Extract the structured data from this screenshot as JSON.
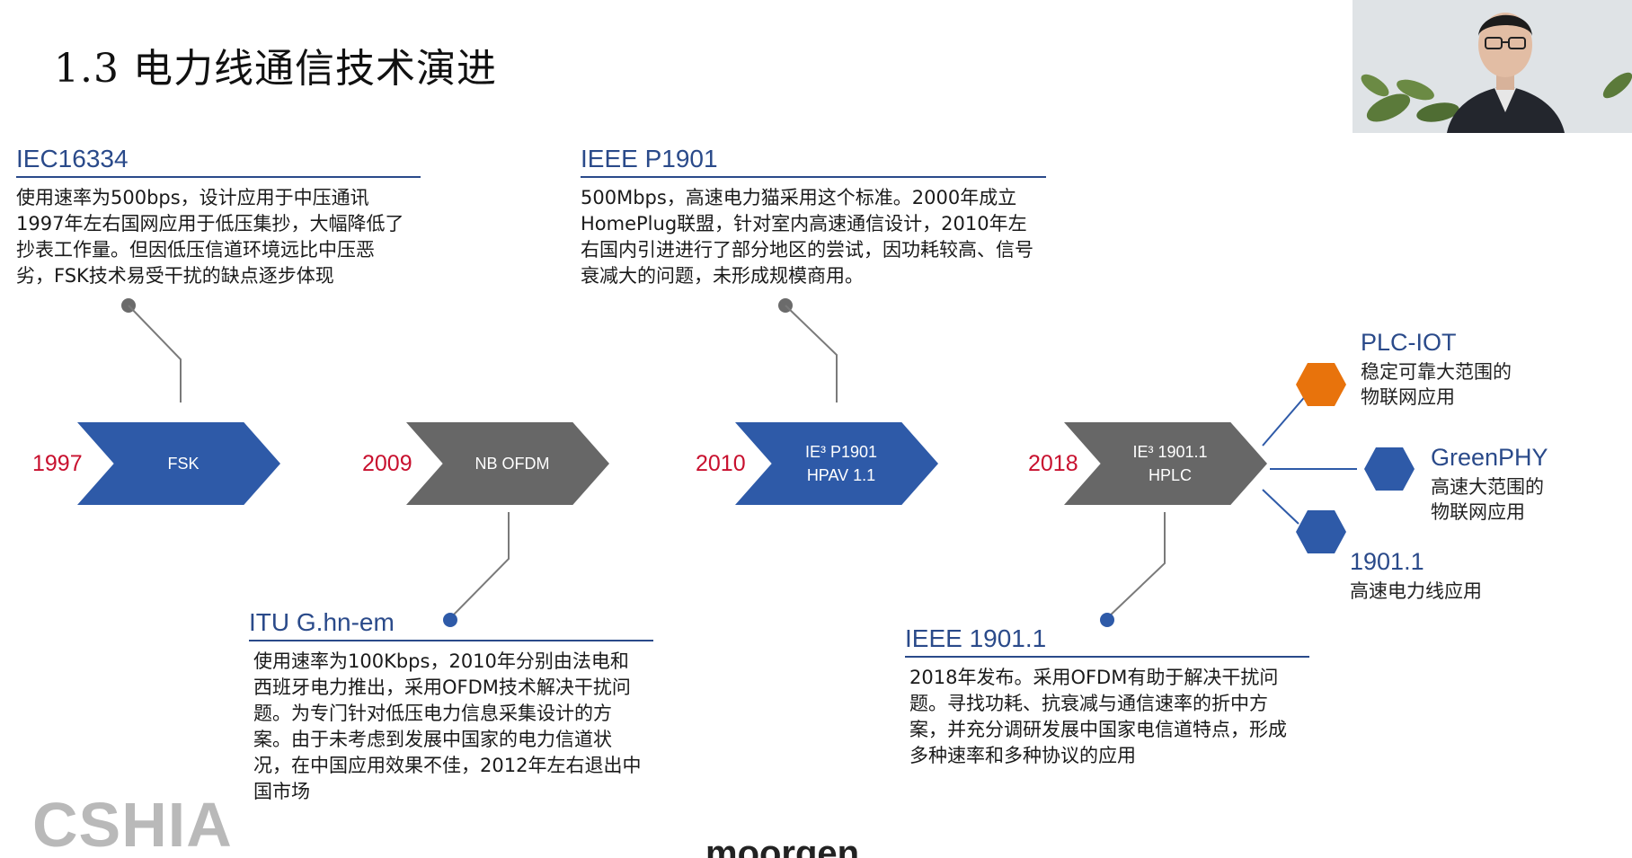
{
  "title": "1.3 电力线通信技术演进",
  "standards": {
    "iec": {
      "name": "IEC16334",
      "desc": "使用速率为500bps，设计应用于中压通讯1997年左右国网应用于低压集抄，大幅降低了抄表工作量。但因低压信道环境远比中压恶劣，FSK技术易受干扰的缺点逐步体现"
    },
    "itu": {
      "name": "ITU G.hn-em",
      "desc": "使用速率为100Kbps，2010年分别由法电和西班牙电力推出，采用OFDM技术解决干扰问题。为专门针对低压电力信息采集设计的方案。由于未考虑到发展中国家的电力信道状况，在中国应用效果不佳，2012年左右退出中国市场"
    },
    "ieee_p1901": {
      "name": "IEEE P1901",
      "desc": "500Mbps，高速电力猫采用这个标准。2000年成立HomePlug联盟，针对室内高速通信设计，2010年左右国内引进进行了部分地区的尝试，因功耗较高、信号衰减大的问题，未形成规模商用。"
    },
    "ieee_1901_1": {
      "name": "IEEE 1901.1",
      "desc": "2018年发布。采用OFDM有助于解决干扰问题。寻找功耗、抗衰减与通信速率的折中方案，并充分调研发展中国家电信道特点，形成多种速率和多种协议的应用"
    }
  },
  "timeline": [
    {
      "year": "1997",
      "label1": "FSK",
      "label2": "",
      "style": "blue"
    },
    {
      "year": "2009",
      "label1": "NB OFDM",
      "label2": "",
      "style": "gray"
    },
    {
      "year": "2010",
      "label1": "IE³ P1901",
      "label2": "HPAV 1.1",
      "style": "blue"
    },
    {
      "year": "2018",
      "label1": "IE³ 1901.1",
      "label2": "HPLC",
      "style": "gray"
    }
  ],
  "applications": [
    {
      "name": "PLC-IOT",
      "desc_line1": "稳定可靠大范围的",
      "desc_line2": "物联网应用",
      "color": "#e8730c"
    },
    {
      "name": "GreenPHY",
      "desc_line1": "高速大范围的",
      "desc_line2": "物联网应用",
      "color": "#2e5aa8"
    },
    {
      "name": "1901.1",
      "desc_line1": "高速电力线应用",
      "desc_line2": "",
      "color": "#2e5aa8"
    }
  ],
  "colors": {
    "blue": "#2e5aa8",
    "gray": "#676767",
    "year_red": "#c8102e",
    "heading_blue": "#2a4a8a"
  },
  "watermark": "CSHIA",
  "footer_logo": "moorgen"
}
